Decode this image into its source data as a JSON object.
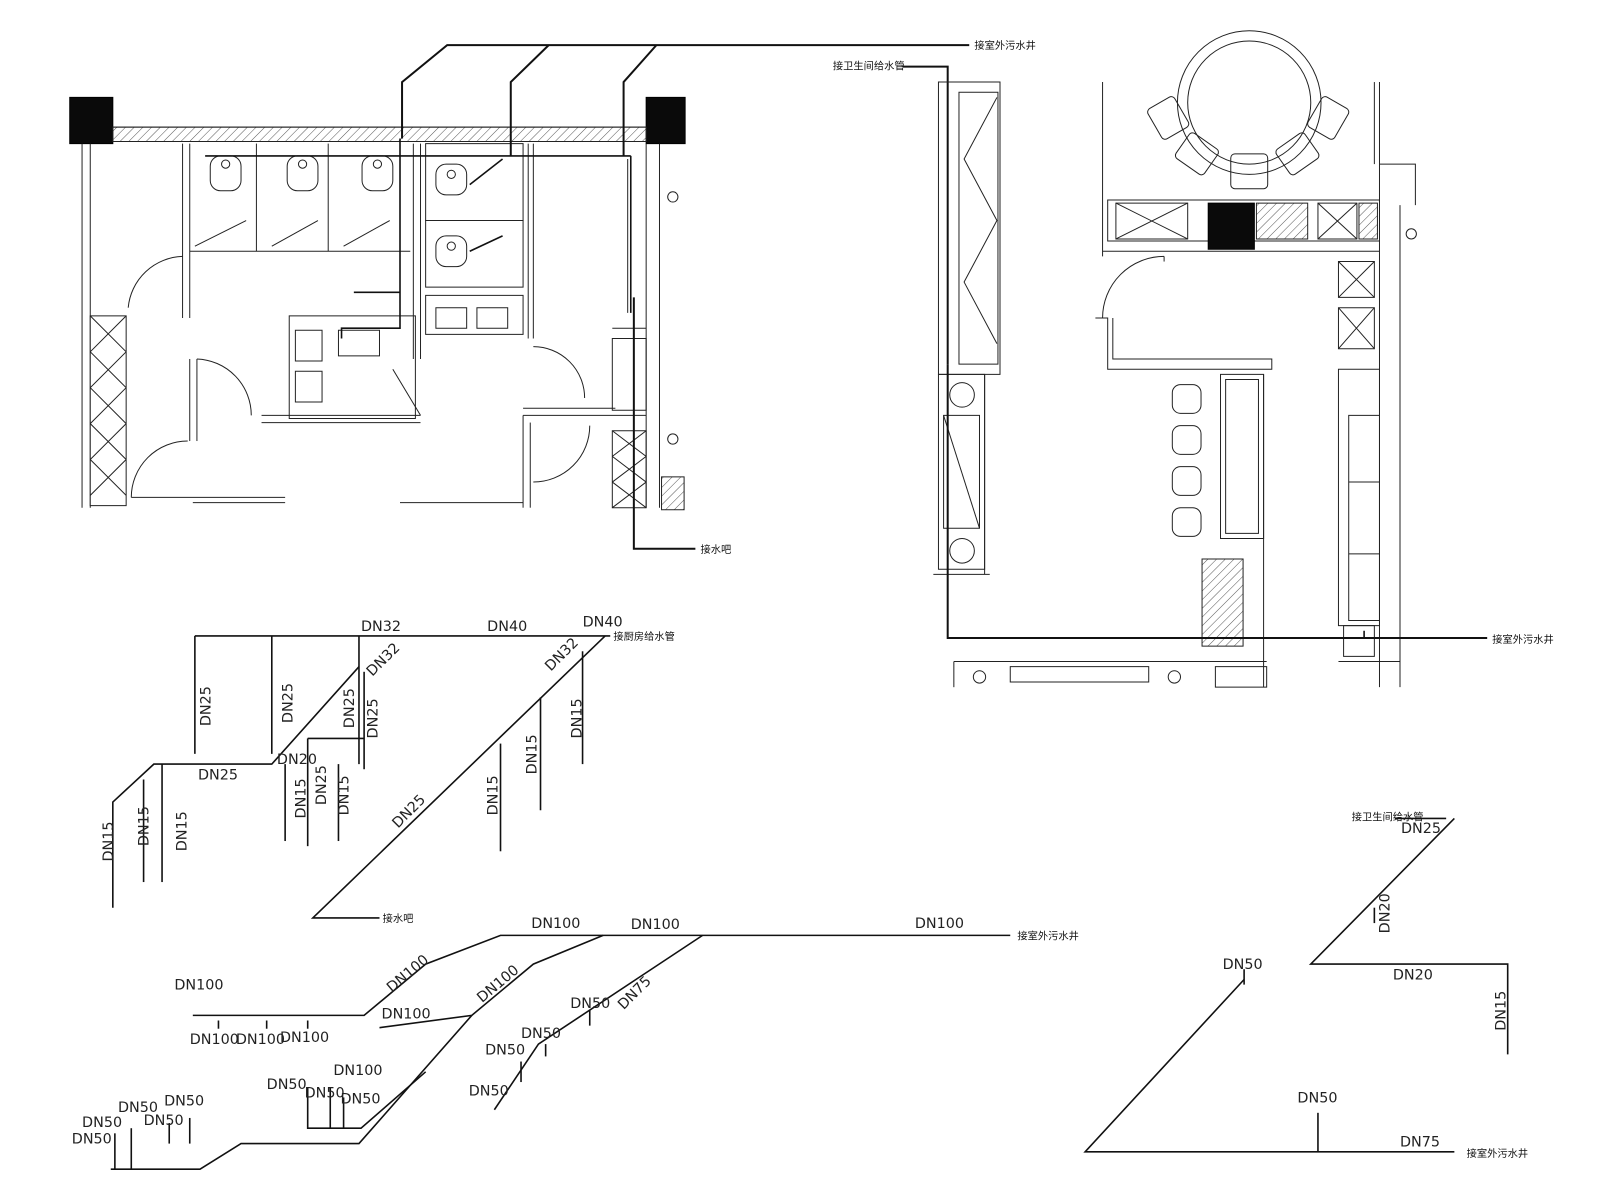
{
  "annotations": {
    "to_outdoor_sewage_well": "接室外污水井",
    "to_toilet_supply_pipe": "接卫生间给水管",
    "to_water_bar": "接水吧",
    "to_kitchen_supply_pipe": "接厨房给水管"
  },
  "supply_iso": {
    "dn32_top": "DN32",
    "dn40_main": "DN40",
    "dn40_end": "DN40",
    "dn32_diag_a": "DN32",
    "dn32_diag_b": "DN32",
    "dn25_v1": "DN25",
    "dn25_v2": "DN25",
    "dn25_v3": "DN25",
    "dn25_v4": "DN25",
    "dn25_h": "DN25",
    "dn25_v5": "DN25",
    "dn25_diag": "DN25",
    "dn20": "DN20",
    "dn15_a": "DN15",
    "dn15_b": "DN15",
    "dn15_c": "DN15",
    "dn15_d": "DN15",
    "dn15_e": "DN15",
    "dn15_f": "DN15",
    "dn15_g": "DN15",
    "dn15_h": "DN15"
  },
  "drain_iso": {
    "dn100_main_a": "DN100",
    "dn100_main_b": "DN100",
    "dn100_main_c": "DN100",
    "dn100_diag_a": "DN100",
    "dn100_diag_b": "DN100",
    "dn100_left": "DN100",
    "dn100_under_a": "DN100",
    "dn100_under_b": "DN100",
    "dn100_under_c": "DN100",
    "dn100_mid": "DN100",
    "dn100_low": "DN100",
    "dn75": "DN75",
    "dn50_a": "DN50",
    "dn50_b": "DN50",
    "dn50_c": "DN50",
    "dn50_d": "DN50",
    "dn50_e": "DN50",
    "dn50_f": "DN50",
    "dn50_g": "DN50",
    "dn50_h": "DN50",
    "dn50_i": "DN50",
    "dn50_j": "DN50",
    "dn50_k": "DN50",
    "dn50_l": "DN50"
  },
  "bar_iso": {
    "dn25": "DN25",
    "dn20_v": "DN20",
    "dn20_h": "DN20",
    "dn15": "DN15",
    "dn50_a": "DN50",
    "dn50_b": "DN50",
    "dn75": "DN75"
  }
}
